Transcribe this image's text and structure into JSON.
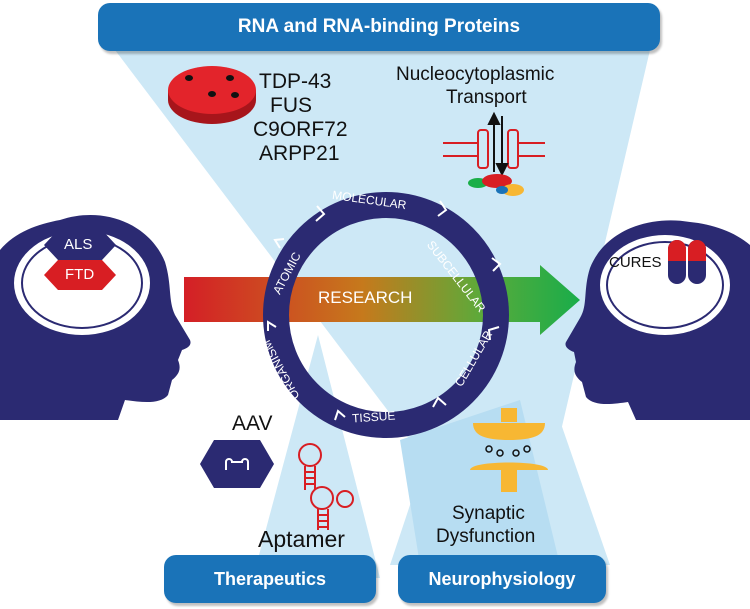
{
  "top_banner": "RNA and RNA-binding Proteins",
  "proteins": [
    "TDP-43",
    "FUS",
    "C9ORF72",
    "ARPP21"
  ],
  "transport_label": [
    "Nucleocytoplasmic",
    "Transport"
  ],
  "ring_labels": {
    "molecular": "MOLECULAR",
    "subcellular": "SUBCELLULAR",
    "cellular": "CELLULAR",
    "tissue": "TISSUE",
    "organism": "ORGANISM",
    "atomic": "ATOMIC"
  },
  "research_label": "RESEARCH",
  "disease_labels": {
    "als": "ALS",
    "ftd": "FTD"
  },
  "cures_label": "CURES",
  "aav_label": "AAV",
  "aptamer_label": "Aptamer",
  "synaptic_label": [
    "Synaptic",
    "Dysfunction"
  ],
  "bottom_left_banner": "Therapeutics",
  "bottom_right_banner": "Neurophysiology",
  "colors": {
    "banner_blue": "#1a73b8",
    "navy": "#2b2a72",
    "light_blue_fill": "#cde8f6",
    "red": "#d81e23",
    "green": "#1aae48",
    "orange": "#f7b733"
  }
}
